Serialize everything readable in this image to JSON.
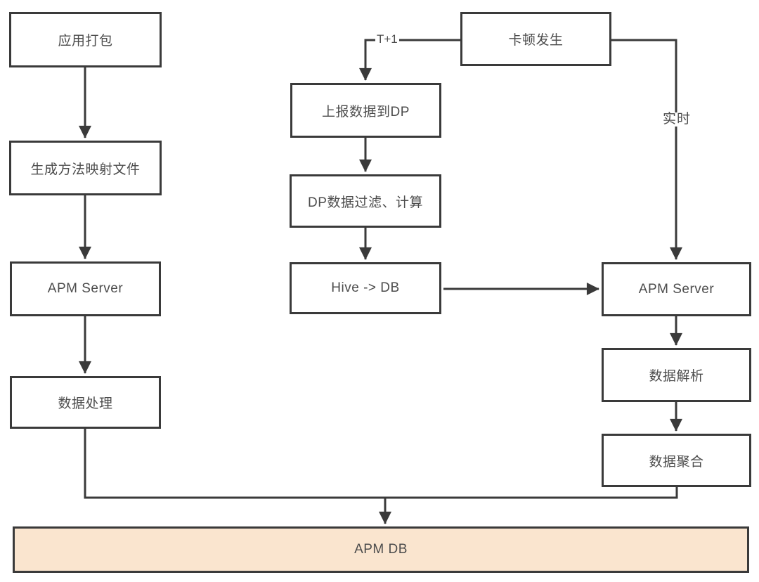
{
  "diagram": {
    "left_flow": {
      "app_packaging": "应用打包",
      "generate_mapping_file": "生成方法映射文件",
      "apm_server": "APM Server",
      "data_processing": "数据处理"
    },
    "middle_flow": {
      "report_data_to_dp": "上报数据到DP",
      "dp_filter_compute": "DP数据过滤、计算",
      "hive_to_db": "Hive -> DB"
    },
    "right_flow": {
      "jank_occurs": "卡顿发生",
      "apm_server": "APM Server",
      "data_parsing": "数据解析",
      "data_aggregation": "数据聚合"
    },
    "bottom": {
      "apm_db": "APM DB"
    },
    "edge_labels": {
      "t_plus_one": "T+1",
      "realtime": "实时"
    },
    "colors": {
      "line_and_border": "#3a3a3a",
      "text": "#4c4c4c",
      "node_fill": "#ffffff",
      "db_fill": "#fae5cf",
      "background": "#ffffff"
    }
  }
}
